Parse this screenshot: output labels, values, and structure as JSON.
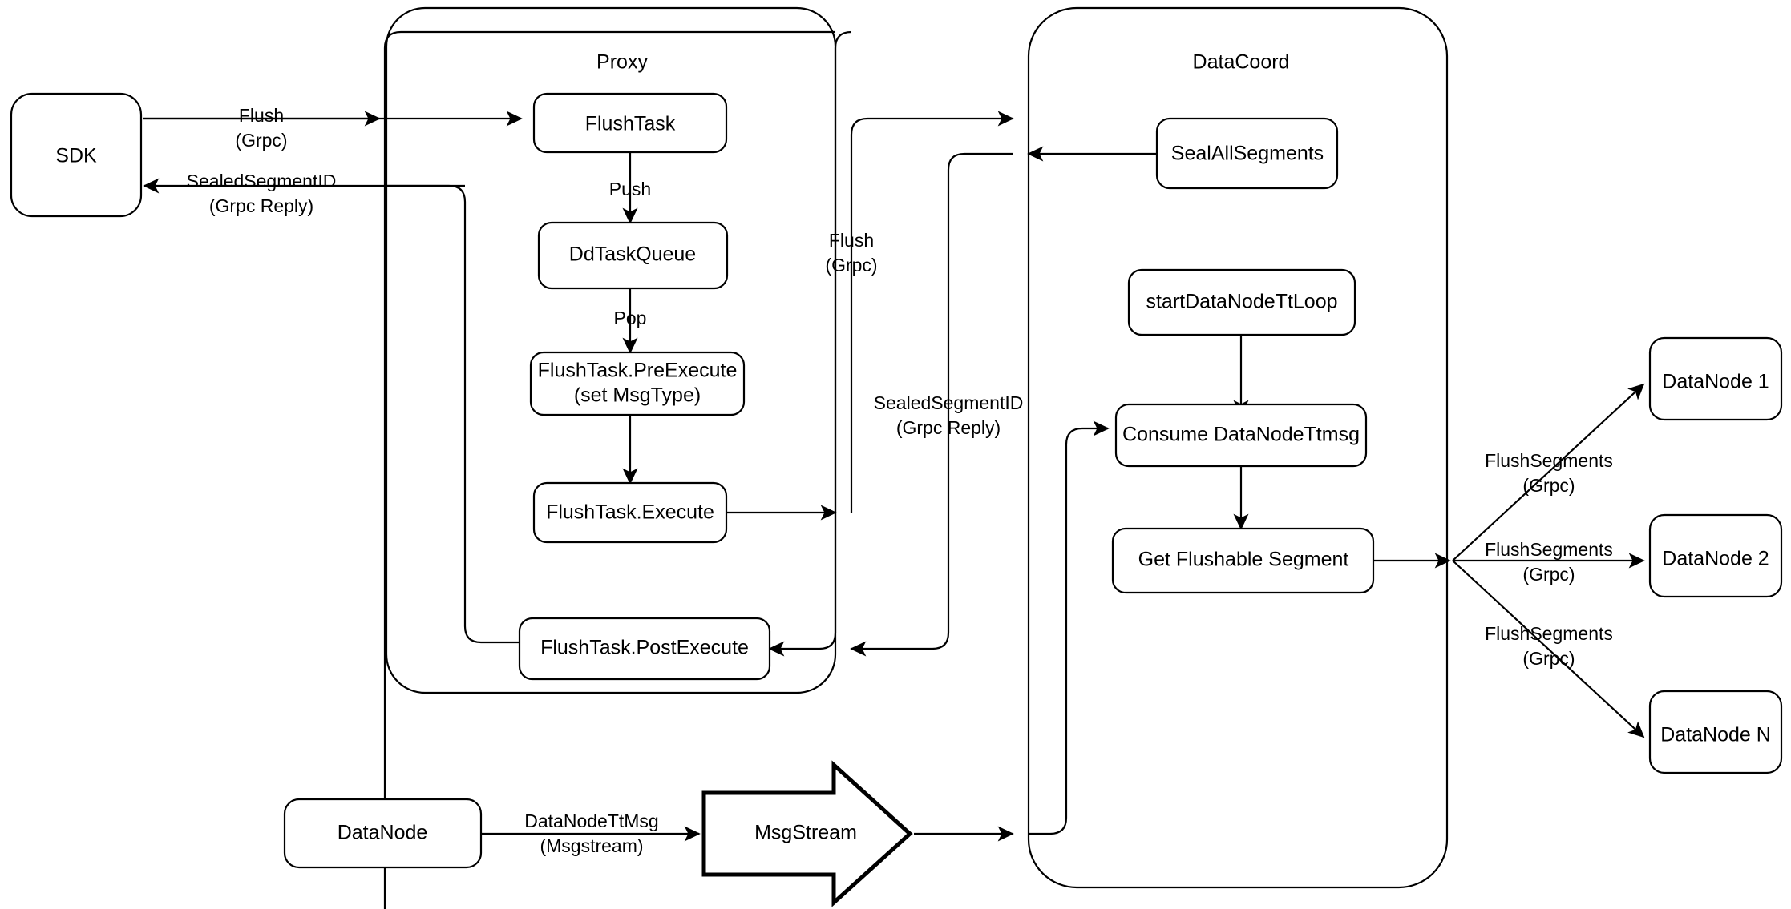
{
  "diagram": {
    "title": "Milvus Flush Sequence Flow",
    "background": "#ffffff",
    "stroke": "#000000",
    "containers": [
      {
        "id": "proxy",
        "label": "Proxy"
      },
      {
        "id": "datacoord",
        "label": "DataCoord"
      }
    ],
    "nodes": [
      {
        "id": "sdk",
        "label": "SDK"
      },
      {
        "id": "flushtask",
        "label": "FlushTask"
      },
      {
        "id": "ddtaskqueue",
        "label": "DdTaskQueue"
      },
      {
        "id": "preexecute_line1",
        "label": "FlushTask.PreExecute"
      },
      {
        "id": "preexecute_line2",
        "label": "(set MsgType)"
      },
      {
        "id": "execute",
        "label": "FlushTask.Execute"
      },
      {
        "id": "postexecute",
        "label": "FlushTask.PostExecute"
      },
      {
        "id": "sealallsegments",
        "label": "SealAllSegments"
      },
      {
        "id": "startdatanodettloop",
        "label": "startDataNodeTtLoop"
      },
      {
        "id": "consumedatanodettmsg",
        "label": "Consume DataNodeTtmsg"
      },
      {
        "id": "getflushablesegment",
        "label": "Get Flushable Segment"
      },
      {
        "id": "datanode1",
        "label": "DataNode 1"
      },
      {
        "id": "datanode2",
        "label": "DataNode 2"
      },
      {
        "id": "datanoden",
        "label": "DataNode N"
      },
      {
        "id": "datanode_bottom",
        "label": "DataNode"
      },
      {
        "id": "msgstream",
        "label": "MsgStream"
      }
    ],
    "edge_labels": [
      {
        "id": "sdk-to-proxy-l1",
        "label": "Flush"
      },
      {
        "id": "sdk-to-proxy-l2",
        "label": "(Grpc)"
      },
      {
        "id": "proxy-to-sdk-l1",
        "label": "SealedSegmentID"
      },
      {
        "id": "proxy-to-sdk-l2",
        "label": "(Grpc Reply)"
      },
      {
        "id": "flushtask-push",
        "label": "Push"
      },
      {
        "id": "ddtaskqueue-pop",
        "label": "Pop"
      },
      {
        "id": "proxy-to-datacoord-l1",
        "label": "Flush"
      },
      {
        "id": "proxy-to-datacoord-l2",
        "label": "(Grpc)"
      },
      {
        "id": "datacoord-to-proxy-l1",
        "label": "SealedSegmentID"
      },
      {
        "id": "datacoord-to-proxy-l2",
        "label": "(Grpc Reply)"
      },
      {
        "id": "datanode-to-msgstream-l1",
        "label": "DataNodeTtMsg"
      },
      {
        "id": "datanode-to-msgstream-l2",
        "label": "(Msgstream)"
      },
      {
        "id": "flushsegments1-l1",
        "label": "FlushSegments"
      },
      {
        "id": "flushsegments1-l2",
        "label": "(Grpc)"
      },
      {
        "id": "flushsegments2-l1",
        "label": "FlushSegments"
      },
      {
        "id": "flushsegments2-l2",
        "label": "(Grpc)"
      },
      {
        "id": "flushsegmentsn-l1",
        "label": "FlushSegments"
      },
      {
        "id": "flushsegmentsn-l2",
        "label": "(Grpc)"
      }
    ]
  }
}
